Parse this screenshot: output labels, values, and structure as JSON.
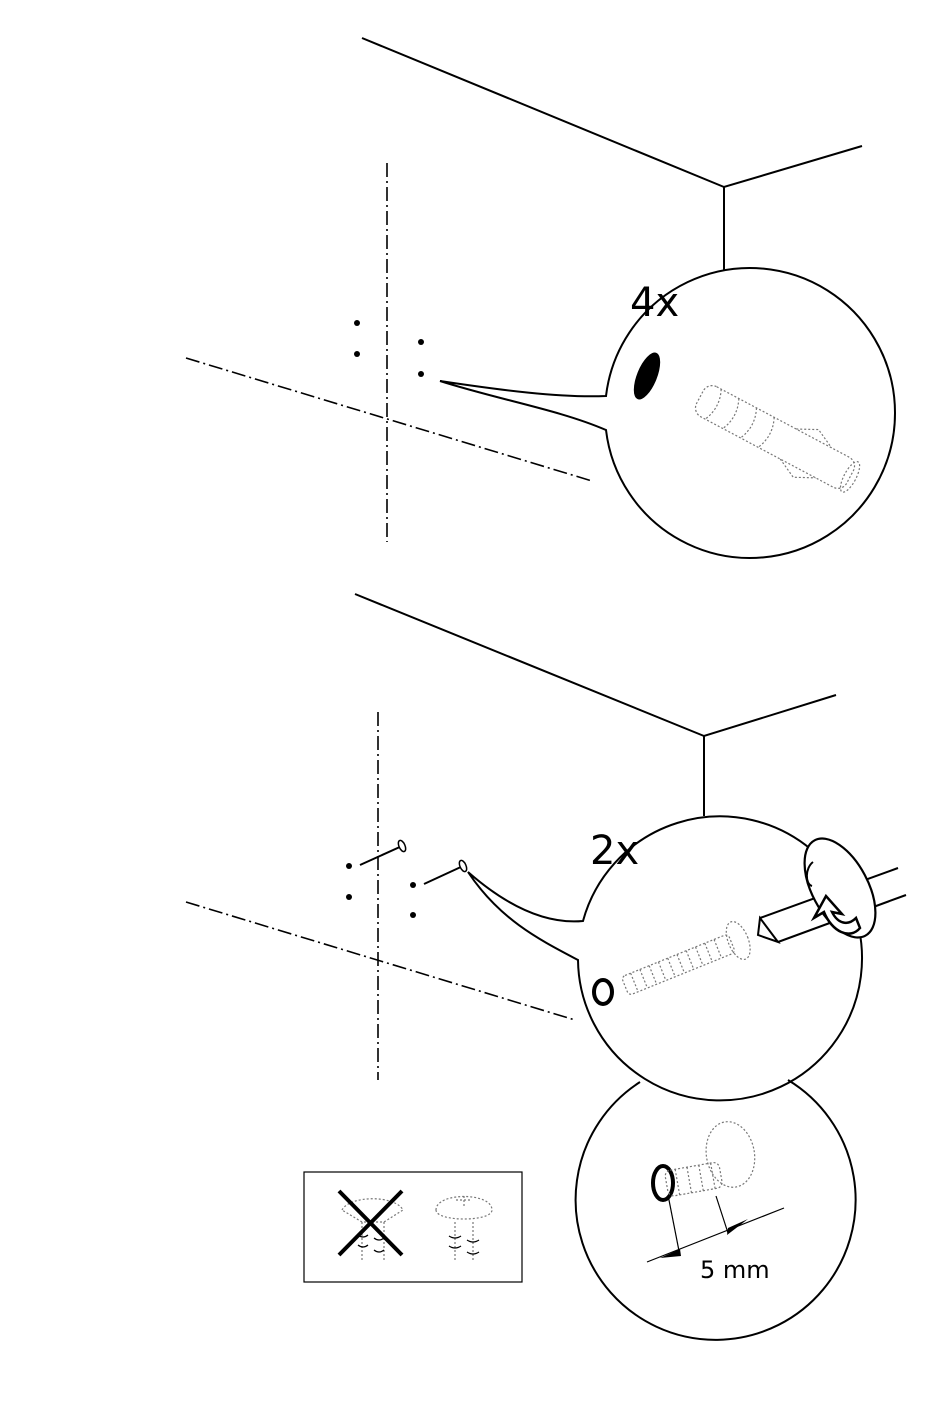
{
  "step1": {
    "quantity": "4x",
    "part_icon": "wall-plug-icon"
  },
  "step2": {
    "quantity": "2x",
    "part_icon": "screw-icon",
    "tool_icon": "screwdriver-icon",
    "rotation_icon": "clockwise-arrow-icon",
    "gap_measure": "5 mm"
  },
  "screw_head_legend": {
    "wrong_icon": "countersunk-screw-crossed-icon",
    "right_icon": "pan-head-screw-icon"
  }
}
